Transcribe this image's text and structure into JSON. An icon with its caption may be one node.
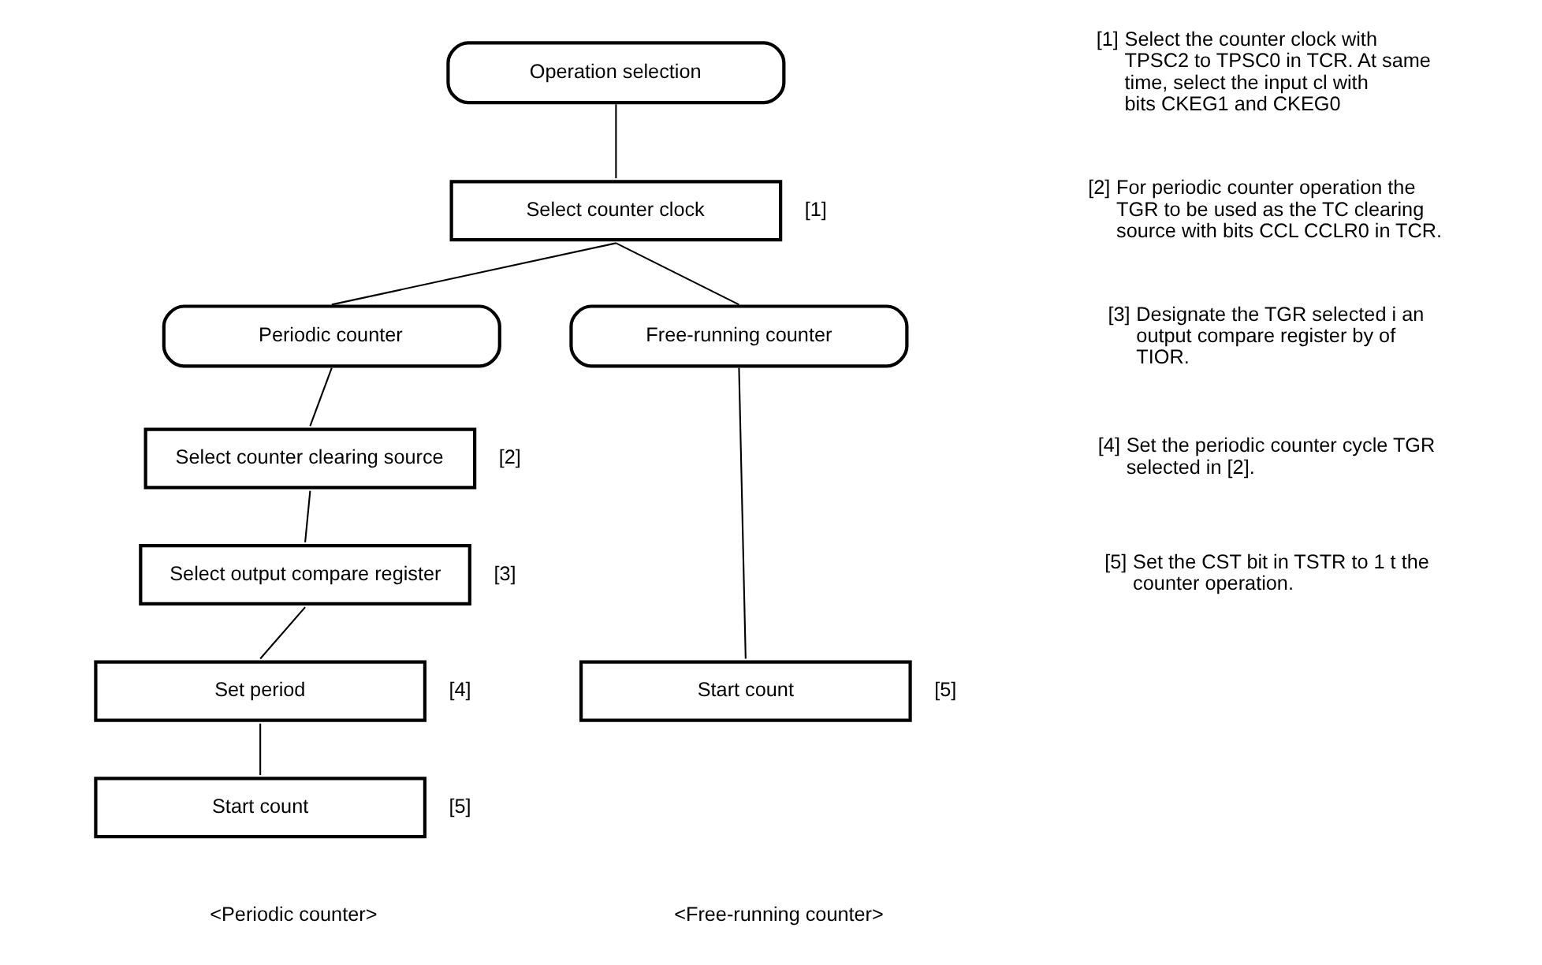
{
  "diagram": {
    "nodes": [
      {
        "text": [
          "Operation selection"
        ]
      },
      {
        "text": [
          "Select counter clock"
        ],
        "beside": [
          "[1]"
        ]
      },
      {
        "text": [
          "Periodic counter"
        ]
      },
      {
        "text": [
          "Free-running counter"
        ]
      },
      {
        "text": [
          "Select counter clearing source"
        ],
        "beside": [
          "[2]"
        ]
      },
      {
        "text": [
          "Select output compare register"
        ],
        "beside": [
          "[3]"
        ]
      },
      {
        "text": [
          "Set period"
        ],
        "beside": [
          "[4]"
        ]
      },
      {
        "text": [
          "Start count"
        ],
        "beside": [
          "[5]"
        ]
      },
      {
        "text": [
          "Start count"
        ],
        "beside": [
          "[5]"
        ]
      }
    ],
    "edges": [
      {
        "from": 0,
        "to": 1,
        "arrow": "none"
      },
      {
        "from": 1,
        "to": 2,
        "arrow": "none"
      },
      {
        "from": 1,
        "to": 3,
        "arrow": "none"
      },
      {
        "from": 2,
        "to": 4,
        "arrow": "none"
      },
      {
        "from": 4,
        "to": 5,
        "arrow": "none"
      },
      {
        "from": 5,
        "to": 6,
        "arrow": "none"
      },
      {
        "from": 6,
        "to": 7,
        "arrow": "none"
      },
      {
        "from": 3,
        "to": 8,
        "arrow": "none"
      }
    ],
    "labels": [
      "<Periodic counter>",
      "<Free-running counter>",
      "[1]",
      "Select the counter clock with TPSC2 to TPSC0 in TCR. At same time, select the input cl with bits CKEG1 and CKEG0",
      "[2]",
      "For periodic counter operation the TGR to be used as the TC clearing source with bits CCL CCLR0 in TCR.",
      "[3]",
      "Designate the TGR selected i an output compare register by of TIOR.",
      "[4]",
      "Set the periodic counter cycle TGR selected in [2].",
      "[5]",
      "Set the CST bit in TSTR to 1 t the counter operation."
    ]
  }
}
